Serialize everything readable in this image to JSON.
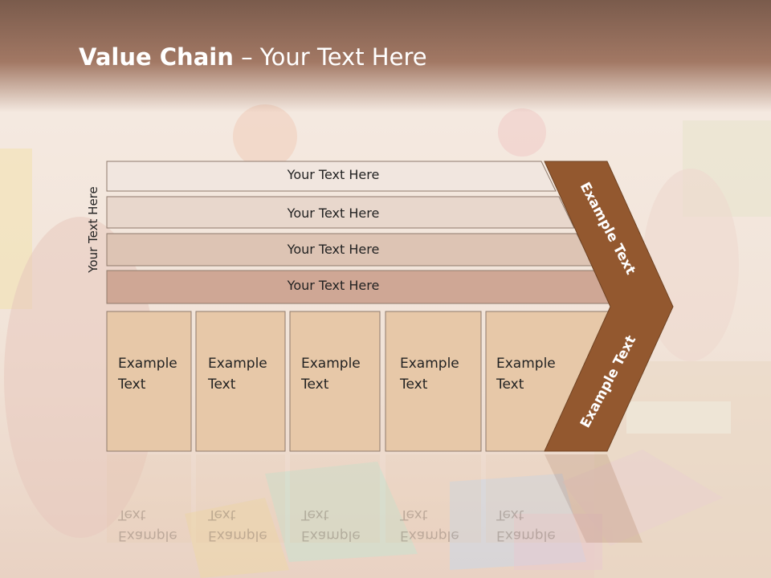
{
  "slide": {
    "title_bold": "Value Chain",
    "title_rest": " – Your Text Here",
    "vertical_label": "Your Text Here"
  },
  "rows": [
    {
      "label": "Your Text Here"
    },
    {
      "label": "Your Text Here"
    },
    {
      "label": "Your Text Here"
    },
    {
      "label": "Your Text Here"
    }
  ],
  "boxes": [
    {
      "line1": "Example",
      "line2": "Text"
    },
    {
      "line1": "Example",
      "line2": "Text"
    },
    {
      "line1": "Example",
      "line2": "Text"
    },
    {
      "line1": "Example",
      "line2": "Text"
    },
    {
      "line1": "Example",
      "line2": "Text"
    }
  ],
  "arrow": {
    "top_label": "Example Text",
    "bottom_label": "Example Text"
  },
  "colors": {
    "row1": "#f1e6df",
    "row2": "#e8d7cc",
    "row3": "#ddc4b4",
    "row4": "#cfa795",
    "box_fill": "#e7c8a8",
    "arrow_fill": "#93582f"
  }
}
